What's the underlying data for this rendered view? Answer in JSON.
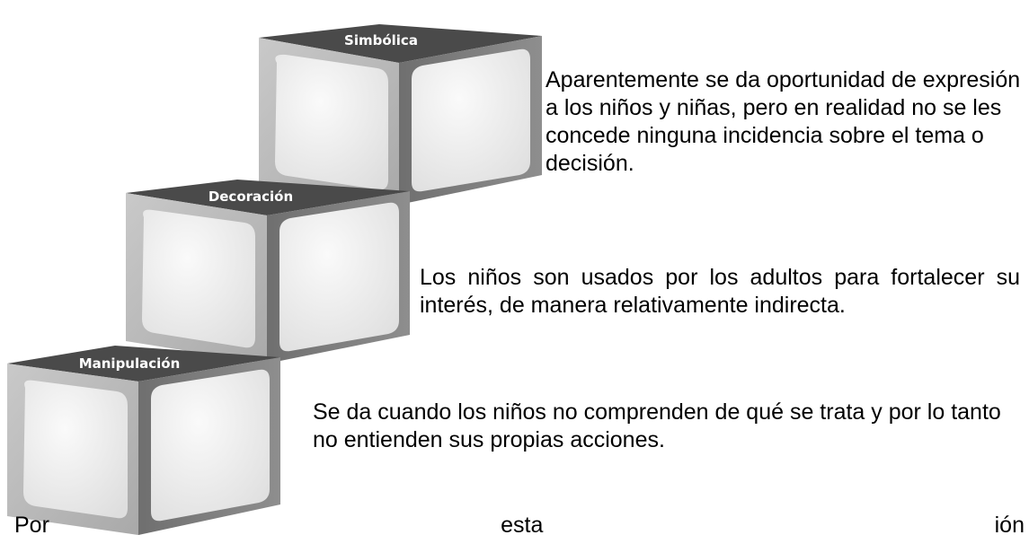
{
  "levels": [
    {
      "id": "simbolica",
      "label": "Simbólica",
      "description": "Aparentemente se da oportunidad de expresión a los niños y niñas, pero en realidad no se les concede ninguna incidencia sobre el tema o decisión."
    },
    {
      "id": "decoracion",
      "label": "Decoración",
      "description": "Los niños son usados por los adultos para fortalecer su interés, de manera relativamente indirecta."
    },
    {
      "id": "manipulacion",
      "label": "Manipulación",
      "description": "Se da cuando los niños no comprenden de qué se trata y por lo tanto no entienden sus propias acciones."
    }
  ],
  "footer_text": "Por                                  esta                                                           ión"
}
